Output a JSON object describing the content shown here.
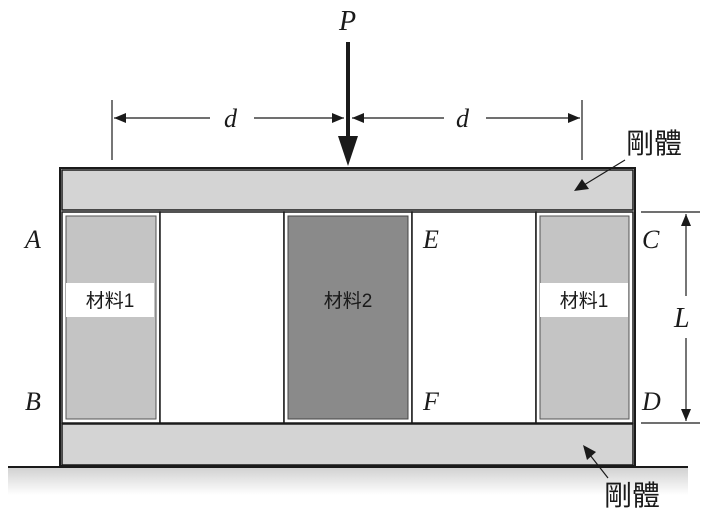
{
  "load": {
    "label": "P"
  },
  "dimensions": {
    "left_spacing": "d",
    "right_spacing": "d",
    "column_length": "L"
  },
  "rigid_body_top": {
    "label": "剛體"
  },
  "rigid_body_bottom": {
    "label": "剛體"
  },
  "points": {
    "a": "A",
    "b": "B",
    "c": "C",
    "d": "D",
    "e": "E",
    "f": "F"
  },
  "columns": {
    "left": {
      "label": "材料1"
    },
    "middle": {
      "label": "材料2"
    },
    "right": {
      "label": "材料1"
    }
  },
  "colors": {
    "rigid_body": "#d4d4d4",
    "material_1": "#c4c4c4",
    "material_2": "#8a8a8a",
    "outline": "#1a1a1a",
    "ground_shadow": "#dcdcdc"
  }
}
